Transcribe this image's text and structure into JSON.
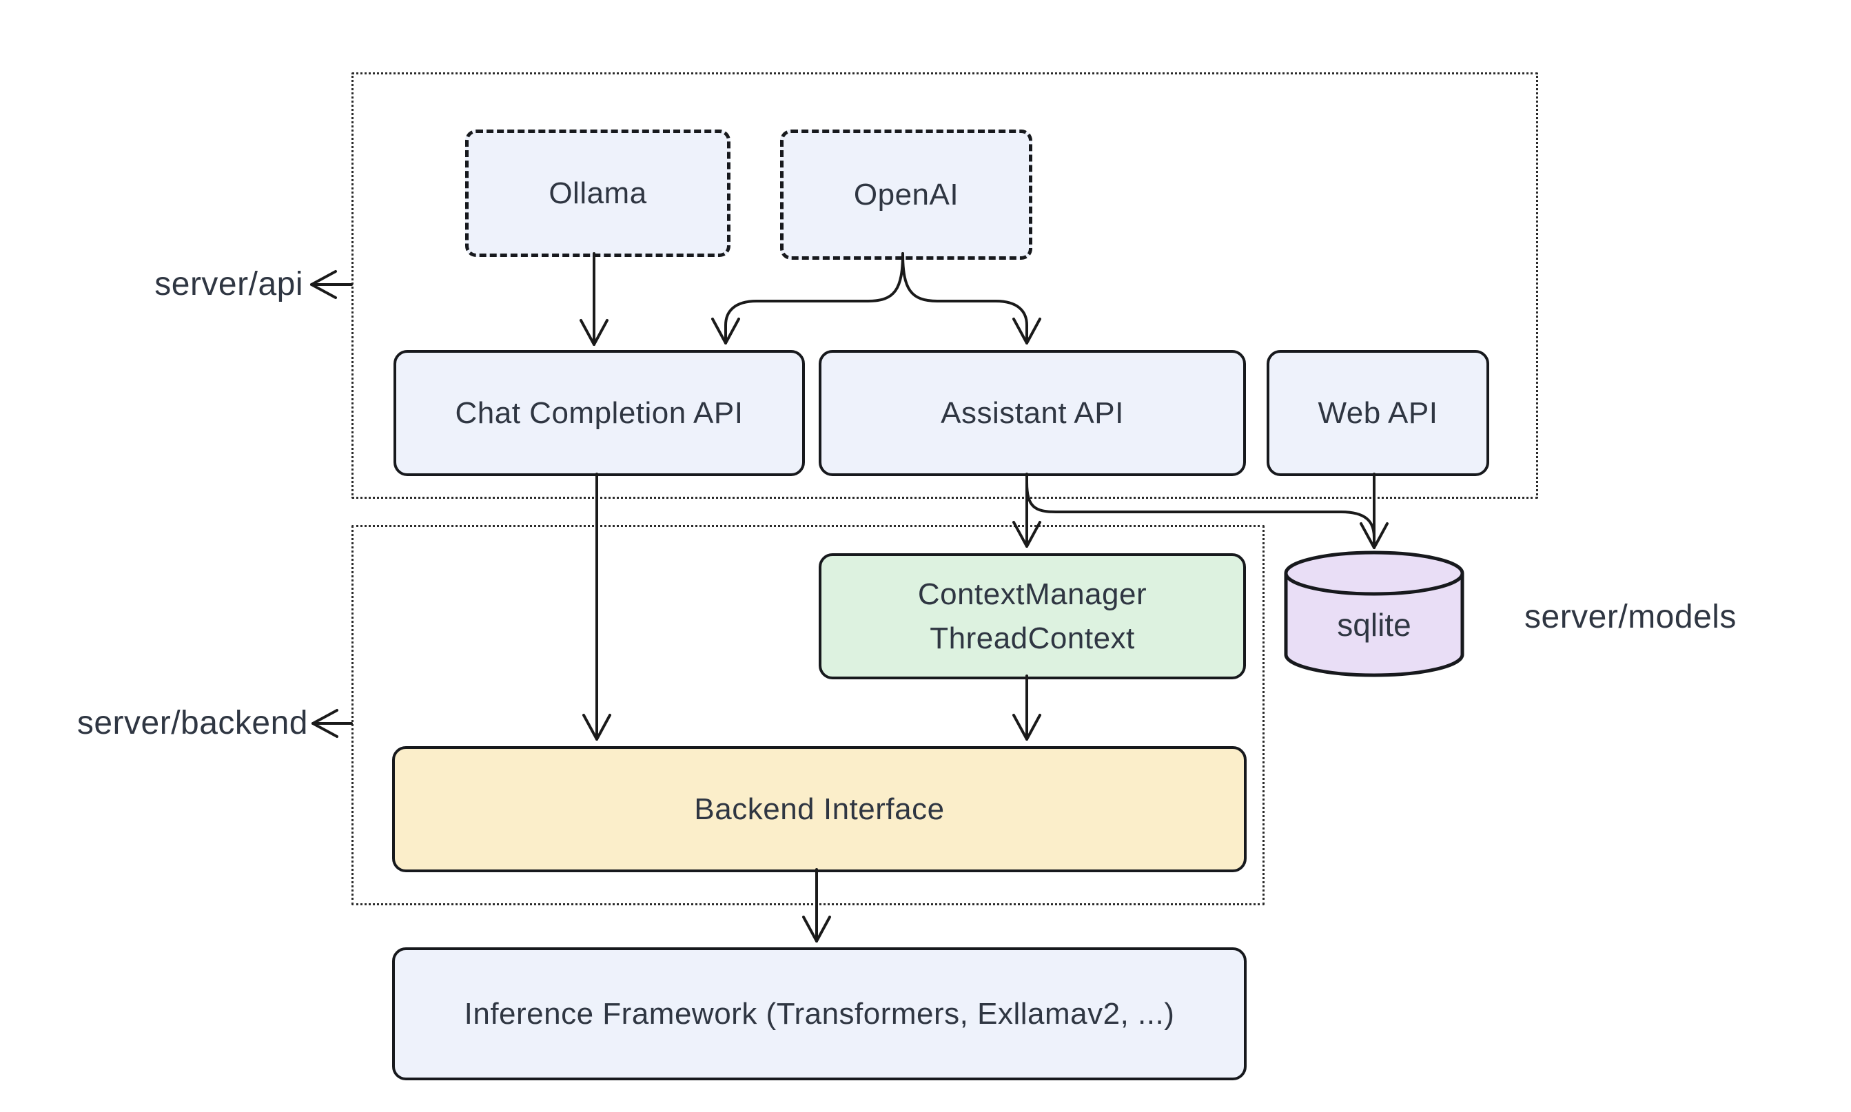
{
  "diagram": {
    "nodes": {
      "ollama": {
        "label": "Ollama"
      },
      "openai": {
        "label": "OpenAI"
      },
      "chat_completion_api": {
        "label": "Chat Completion API"
      },
      "assistant_api": {
        "label": "Assistant API"
      },
      "web_api": {
        "label": "Web API"
      },
      "context_manager": {
        "line1": "ContextManager",
        "line2": "ThreadContext"
      },
      "sqlite": {
        "label": "sqlite"
      },
      "backend_interface": {
        "label": "Backend Interface"
      },
      "inference_framework": {
        "label": "Inference Framework (Transformers, Exllamav2, ...)"
      }
    },
    "regions": {
      "server_api": {
        "label": "server/api"
      },
      "server_backend": {
        "label": "server/backend"
      },
      "server_models": {
        "label": "server/models"
      }
    },
    "edges": [
      {
        "from": "Ollama",
        "to": "Chat Completion API"
      },
      {
        "from": "OpenAI",
        "to": "Chat Completion API"
      },
      {
        "from": "OpenAI",
        "to": "Assistant API"
      },
      {
        "from": "Chat Completion API",
        "to": "Backend Interface"
      },
      {
        "from": "Assistant API",
        "to": "ContextManager ThreadContext"
      },
      {
        "from": "Assistant API",
        "to": "sqlite"
      },
      {
        "from": "Web API",
        "to": "sqlite"
      },
      {
        "from": "ContextManager ThreadContext",
        "to": "Backend Interface"
      },
      {
        "from": "Backend Interface",
        "to": "Inference Framework (Transformers, Exllamav2, ...)"
      }
    ]
  },
  "colors": {
    "node-blue": "#eef2fb",
    "node-green": "#ddf2e0",
    "node-yellow": "#fbeeca",
    "node-purple": "#e9def6",
    "border": "#17191d",
    "text": "#2f3642",
    "line": "#1a1a1a",
    "container-border": "#2b2b2b",
    "bg": "#ffffff"
  }
}
